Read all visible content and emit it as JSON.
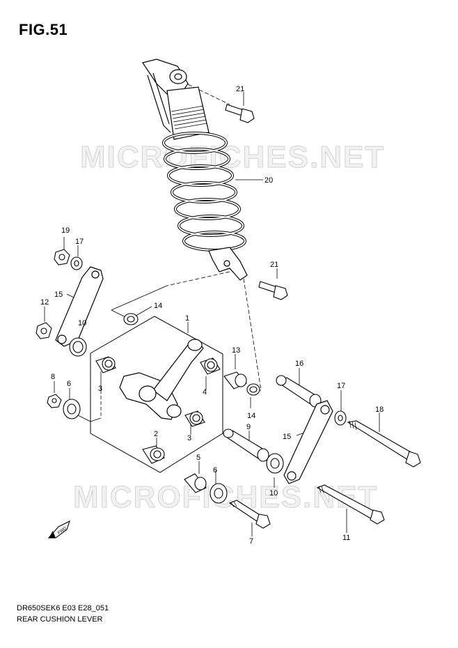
{
  "figure": {
    "title": "FIG.51"
  },
  "watermark": "MICROFICHES.NET",
  "diagram_code": "DR650SEK6 E03 E28_051",
  "diagram_title": "REAR CUSHION LEVER",
  "fwd_label": "FWD",
  "callouts": {
    "c1": "1",
    "c2": "2",
    "c3a": "3",
    "c3b": "3",
    "c4": "4",
    "c5": "5",
    "c6a": "6",
    "c6b": "6",
    "c7": "7",
    "c8": "8",
    "c9": "9",
    "c10a": "10",
    "c10b": "10",
    "c11": "11",
    "c12": "12",
    "c13": "13",
    "c14a": "14",
    "c14b": "14",
    "c15a": "15",
    "c15b": "15",
    "c16": "16",
    "c17a": "17",
    "c17b": "17",
    "c18": "18",
    "c19": "19",
    "c20": "20",
    "c21a": "21",
    "c21b": "21"
  }
}
